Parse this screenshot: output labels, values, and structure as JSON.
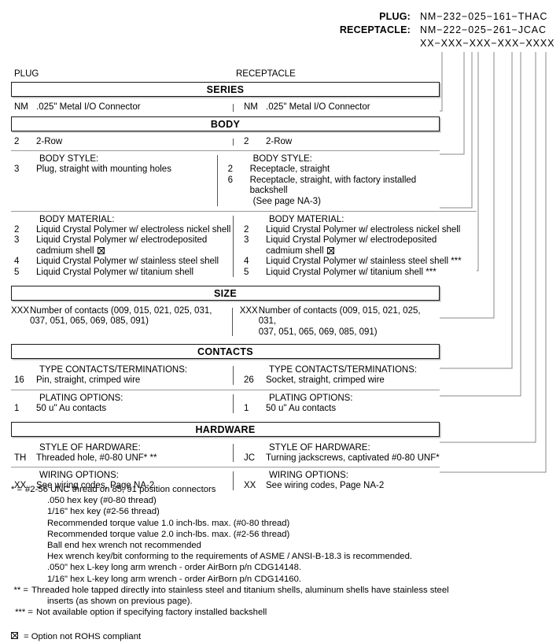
{
  "part_numbers": {
    "rows": [
      {
        "label": "PLUG:",
        "code": "NM−232−025−161−THAC"
      },
      {
        "label": "RECEPTACLE:",
        "code": "NM−222−025−261−JCAC"
      },
      {
        "label": "",
        "code": "XX−XXX−XXX−XXX−XXXX"
      }
    ]
  },
  "column_captions": {
    "plug": "PLUG",
    "receptacle": "RECEPTACLE"
  },
  "sections": {
    "series": {
      "header": "SERIES",
      "left": {
        "code": "NM",
        "desc": ".025\" Metal I/O Connector"
      },
      "right": {
        "code": "NM",
        "desc": ".025\" Metal I/O Connector"
      }
    },
    "body": {
      "header": "BODY",
      "row_rows": {
        "left": {
          "code": "2",
          "desc": "2-Row"
        },
        "right": {
          "code": "2",
          "desc": "2-Row"
        }
      },
      "style": {
        "caption": "BODY STYLE:",
        "left": [
          {
            "code": "3",
            "desc": "Plug, straight with mounting holes"
          }
        ],
        "right": [
          {
            "code": "2",
            "desc": "Receptacle, straight"
          },
          {
            "code": "6",
            "desc": "Receptacle, straight, with factory installed backshell"
          }
        ],
        "right_cont": "(See page NA-3)"
      },
      "material": {
        "caption": "BODY MATERIAL:",
        "left": [
          {
            "code": "2",
            "desc": "Liquid Crystal Polymer w/ electroless nickel shell",
            "rohs": false
          },
          {
            "code": "3",
            "desc": "Liquid Crystal Polymer w/ electrodeposited",
            "desc2": "cadmium shell",
            "rohs": true
          },
          {
            "code": "4",
            "desc": "Liquid Crystal Polymer w/ stainless steel shell",
            "rohs": false
          },
          {
            "code": "5",
            "desc": "Liquid Crystal Polymer w/ titanium shell",
            "rohs": false
          }
        ],
        "right": [
          {
            "code": "2",
            "desc": "Liquid Crystal Polymer w/ electroless nickel shell",
            "rohs": false
          },
          {
            "code": "3",
            "desc": "Liquid Crystal Polymer w/ electrodeposited",
            "desc2": "cadmium shell",
            "rohs": true
          },
          {
            "code": "4",
            "desc": "Liquid Crystal Polymer w/ stainless steel shell ***",
            "rohs": false
          },
          {
            "code": "5",
            "desc": "Liquid Crystal Polymer w/ titanium shell ***",
            "rohs": false
          }
        ]
      }
    },
    "size": {
      "header": "SIZE",
      "left": {
        "code": "XXX",
        "desc": "Number of contacts (009, 015, 021, 025, 031,",
        "desc2": "037, 051, 065, 069, 085, 091)"
      },
      "right": {
        "code": "XXX",
        "desc": "Number of contacts (009, 015, 021, 025, 031,",
        "desc2": "037, 051, 065, 069, 085, 091)"
      }
    },
    "contacts": {
      "header": "CONTACTS",
      "type": {
        "caption": "TYPE CONTACTS/TERMINATIONS:",
        "left": {
          "code": "16",
          "desc": "Pin, straight, crimped wire"
        },
        "right": {
          "code": "26",
          "desc": "Socket, straight, crimped wire"
        }
      },
      "plating": {
        "caption": "PLATING OPTIONS:",
        "left": {
          "code": "1",
          "desc": "50 u\" Au contacts"
        },
        "right": {
          "code": "1",
          "desc": "50 u\" Au contacts"
        }
      }
    },
    "hardware": {
      "header": "HARDWARE",
      "style": {
        "caption": "STYLE OF HARDWARE:",
        "left": {
          "code": "TH",
          "desc": "Threaded hole, #0-80 UNF*  **"
        },
        "right": {
          "code": "JC",
          "desc": "Turning jackscrews, captivated #0-80 UNF*"
        }
      },
      "wiring": {
        "caption": "WIRING OPTIONS:",
        "left": {
          "code": "XX",
          "desc": "See wiring codes, Page NA-2"
        },
        "right": {
          "code": "XX",
          "desc": "See wiring codes, Page NA-2"
        }
      }
    }
  },
  "footnotes": {
    "star": {
      "marker": "* =",
      "text": "#2-56 UNC thread on 85, 91 position connectors",
      "lines": [
        ".050 hex key (#0-80 thread)",
        "1/16\" hex key (#2-56 thread)",
        "Recommended torque value 1.0 inch-lbs. max. (#0-80 thread)",
        "Recommended torque value 2.0 inch-lbs. max. (#2-56 thread)",
        "Ball end hex wrench not recommended",
        "Hex wrench key/bit conforming to the requirements of ASME / ANSI-B-18.3 is recommended.",
        ".050\" hex L-key long arm wrench - order AirBorn p/n CDG14148.",
        "1/16\" hex L-key long arm wrench - order AirBorn p/n CDG14160."
      ]
    },
    "double_star": {
      "marker": "** =",
      "text": "Threaded hole tapped directly into stainless steel and titanium shells, aluminum shells have stainless steel",
      "text2": "inserts (as shown on previous page)."
    },
    "triple_star": {
      "marker": "*** =",
      "text": "Not available option if specifying factory installed backshell"
    },
    "rohs": {
      "text": "= Option not ROHS compliant"
    }
  }
}
